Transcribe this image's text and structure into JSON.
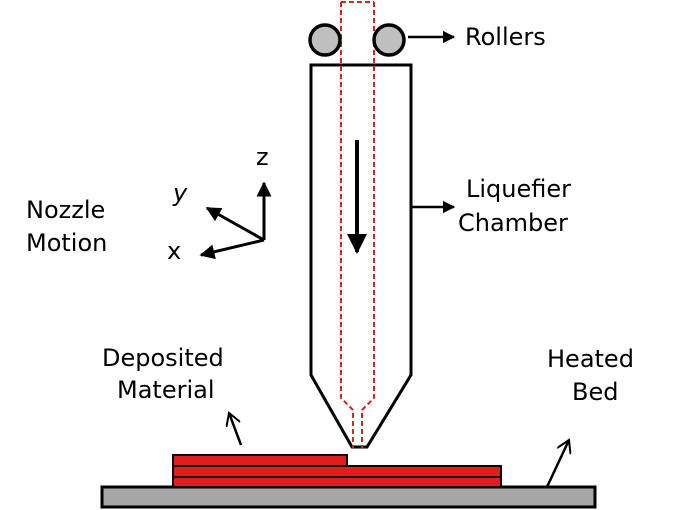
{
  "labels": {
    "rollers": "Rollers",
    "liquefier_line1": "Liquefier",
    "liquefier_line2": "Chamber",
    "nozzle_line1": "Nozzle",
    "nozzle_line2": "Motion",
    "axis_z": "z",
    "axis_y": "y",
    "axis_x": "x",
    "deposited_line1": "Deposited",
    "deposited_line2": "Material",
    "heated_line1": "Heated",
    "heated_line2": "Bed"
  },
  "colors": {
    "filament": "#e41c1c",
    "roller_fill": "#bfbfbf",
    "bed_fill": "#a6a6a6",
    "line": "#000000"
  }
}
